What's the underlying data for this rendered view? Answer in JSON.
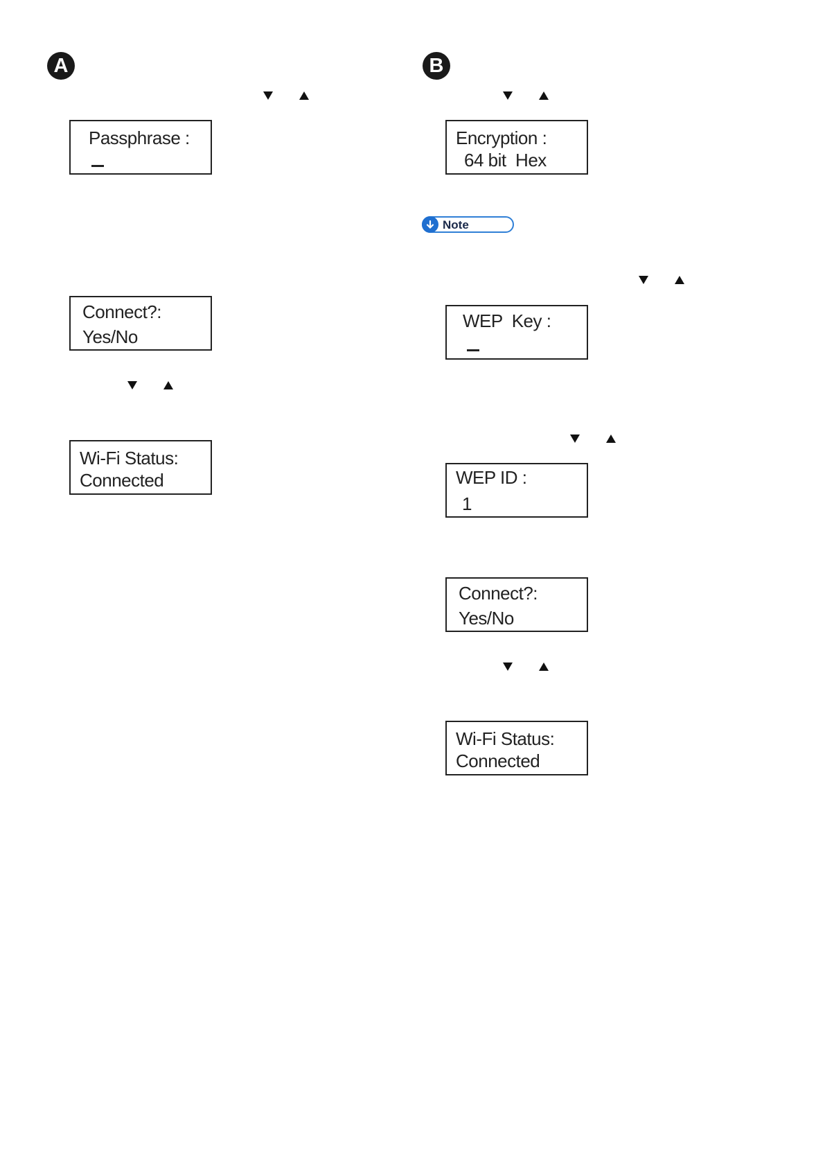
{
  "column_a": {
    "badge": "A",
    "screens": [
      {
        "line1": "Passphrase :",
        "line2": ""
      },
      {
        "line1": "Connect?:",
        "line2": "Yes/No"
      },
      {
        "line1": "Wi-Fi Status:",
        "line2": "Connected"
      }
    ]
  },
  "column_b": {
    "badge": "B",
    "note_label": "Note",
    "screens": [
      {
        "line1": "Encryption :",
        "line2": "64 bit  Hex"
      },
      {
        "line1": "WEP  Key :",
        "line2": ""
      },
      {
        "line1": "WEP ID :",
        "line2": "1"
      },
      {
        "line1": "Connect?:",
        "line2": "Yes/No"
      },
      {
        "line1": "Wi-Fi Status:",
        "line2": "Connected"
      }
    ]
  },
  "icons": {
    "down": "down-arrow-icon",
    "up": "up-arrow-icon",
    "note": "note-down-arrow-icon"
  }
}
